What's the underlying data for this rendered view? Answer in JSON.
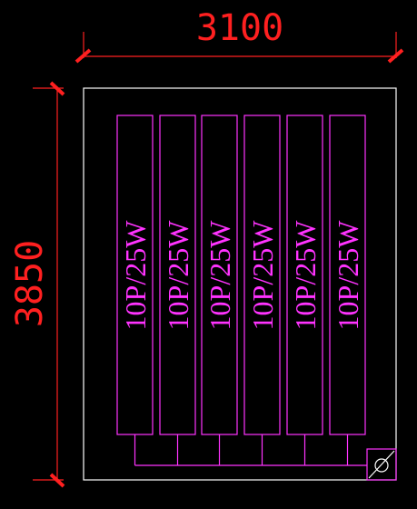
{
  "drawing": {
    "dimensions": {
      "width_label": "3100",
      "height_label": "3850"
    },
    "panels": [
      {
        "label": "10P/25W"
      },
      {
        "label": "10P/25W"
      },
      {
        "label": "10P/25W"
      },
      {
        "label": "10P/25W"
      },
      {
        "label": "10P/25W"
      },
      {
        "label": "10P/25W"
      }
    ],
    "colors": {
      "background": "#000000",
      "dimension": "#ff2020",
      "outline": "#ffffff",
      "panel": "#ff33ff"
    },
    "symbols": {
      "junction_box": "circle-slash-icon"
    }
  }
}
